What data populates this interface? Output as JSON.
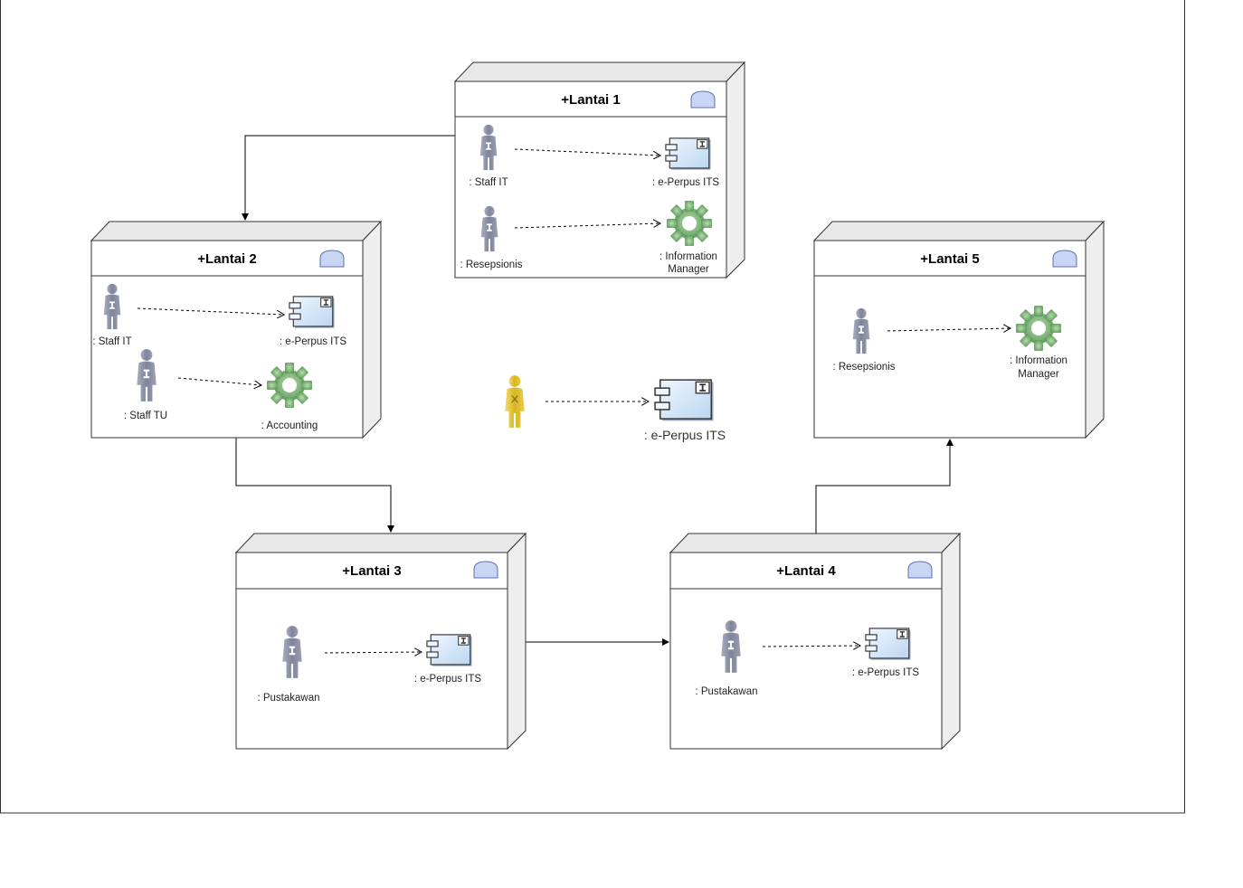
{
  "nodes": {
    "lantai1": {
      "title": "+Lantai 1",
      "actors": [
        ": Staff IT",
        ": Resepsionis"
      ],
      "artifacts": [
        ": e-Perpus ITS"
      ],
      "services": [
        ": Information",
        "Manager"
      ]
    },
    "lantai2": {
      "title": "+Lantai 2",
      "actors": [
        ": Staff IT",
        ": Staff TU"
      ],
      "artifacts": [
        ": e-Perpus ITS"
      ],
      "services": [
        ": Accounting"
      ]
    },
    "lantai3": {
      "title": "+Lantai 3",
      "actors": [
        ": Pustakawan"
      ],
      "artifacts": [
        ": e-Perpus ITS"
      ]
    },
    "lantai4": {
      "title": "+Lantai 4",
      "actors": [
        ": Pustakawan"
      ],
      "artifacts": [
        ": e-Perpus ITS"
      ]
    },
    "lantai5": {
      "title": "+Lantai 5",
      "actors": [
        ": Resepsionis"
      ],
      "services": [
        ": Information",
        "Manager"
      ]
    }
  },
  "center": {
    "artifact": ": e-Perpus ITS"
  },
  "colors": {
    "node_fill": "#ffffff",
    "node_side": "#eeeeee",
    "node_top": "#e8e8e8",
    "actor": "#8a8fa6",
    "actor_highlight": "#e6c531",
    "gear": "#6fa86b",
    "component": "#dbeaf8",
    "cloud": "#c9d6f3"
  }
}
